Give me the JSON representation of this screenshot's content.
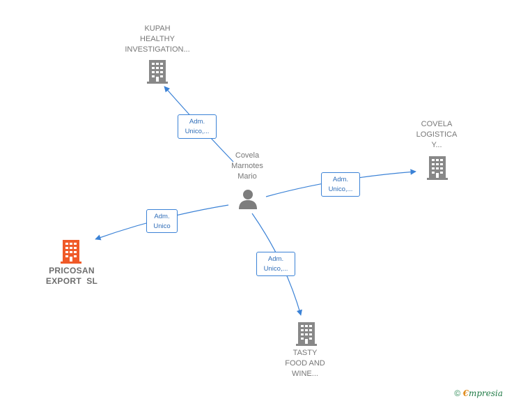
{
  "nodes": {
    "person": {
      "lines": [
        "Covela",
        "Marnotes",
        "Mario"
      ]
    },
    "kupah": {
      "lines": [
        "KUPAH",
        "HEALTHY",
        "INVESTIGATION..."
      ]
    },
    "covela_logistica": {
      "lines": [
        "COVELA",
        "LOGISTICA",
        "Y..."
      ]
    },
    "pricosan": {
      "lines": [
        "PRICOSAN",
        "EXPORT  SL"
      ]
    },
    "tasty": {
      "lines": [
        "TASTY",
        "FOOD AND",
        "WINE..."
      ]
    }
  },
  "edges": {
    "kupah": {
      "lines": [
        "Adm.",
        "Unico,..."
      ]
    },
    "covela_logistica": {
      "lines": [
        "Adm.",
        "Unico,..."
      ]
    },
    "pricosan": {
      "lines": [
        "Adm.",
        "Unico"
      ]
    },
    "tasty": {
      "lines": [
        "Adm.",
        "Unico,..."
      ]
    }
  },
  "colors": {
    "company": "#888888",
    "highlight": "#f05a28",
    "edge": "#3b82d6"
  },
  "watermark": {
    "copyright": "©",
    "brand_initial": "€",
    "brand_rest": "mpresia"
  }
}
